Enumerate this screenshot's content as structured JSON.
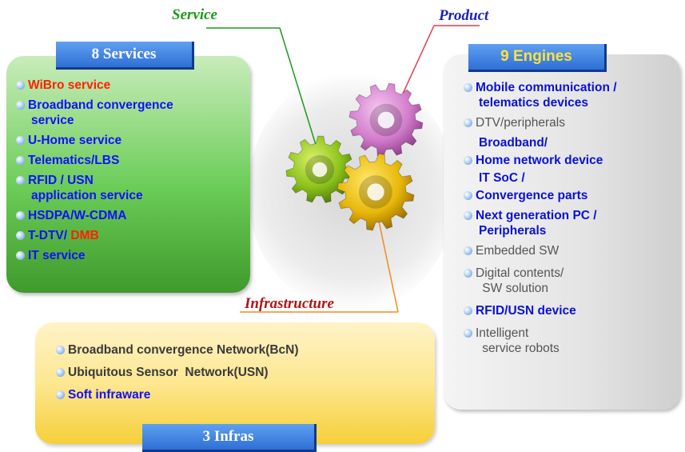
{
  "labels": {
    "service": "Service",
    "product": "Product",
    "infrastructure": "Infrastructure"
  },
  "services": {
    "title": "8 Services",
    "items": [
      {
        "lines": [
          "WiBro service"
        ],
        "color": "#ff2200"
      },
      {
        "lines": [
          "Broadband convergence",
          "service"
        ],
        "color": "#1010ff"
      },
      {
        "lines": [
          "U-Home service"
        ],
        "color": "#1010ff"
      },
      {
        "lines": [
          "Telematics/LBS"
        ],
        "color": "#1010ff"
      },
      {
        "lines": [
          "RFID / USN",
          "application service"
        ],
        "color": "#1010ff"
      },
      {
        "lines": [
          "HSDPA/W-CDMA"
        ],
        "color": "#1010ff"
      },
      {
        "lines": [
          "T-DTV/ ",
          "DMB"
        ],
        "color": "#1010ff"
      },
      {
        "lines": [
          "IT service"
        ],
        "color": "#1010ff"
      }
    ]
  },
  "engines": {
    "title": "9 Engines",
    "items": [
      {
        "lines": [
          "Mobile communication /",
          "telematics devices"
        ],
        "style": "blue"
      },
      {
        "lines": [
          "DTV/peripherals"
        ],
        "style": "dark"
      },
      {
        "lines": [
          "Broadband/"
        ],
        "style": "blue",
        "no_bullet": true
      },
      {
        "lines": [
          "Home network device"
        ],
        "style": "blue"
      },
      {
        "lines": [
          "IT SoC /"
        ],
        "style": "blue",
        "no_bullet": true
      },
      {
        "lines": [
          "Convergence parts"
        ],
        "style": "blue"
      },
      {
        "lines": [
          "Next generation PC /",
          "Peripherals"
        ],
        "style": "blue"
      },
      {
        "lines": [
          "Embedded SW"
        ],
        "style": "dark"
      },
      {
        "lines": [
          "Digital contents/",
          " SW solution"
        ],
        "style": "dark"
      },
      {
        "lines": [
          "RFID/USN device"
        ],
        "style": "blue"
      },
      {
        "lines": [
          "Intelligent",
          " service robots"
        ],
        "style": "dark"
      }
    ]
  },
  "infras": {
    "title": "3 Infras",
    "items": [
      {
        "text": "Broadband convergence Network(BcN)",
        "style": "dark"
      },
      {
        "text": "Ubiquitous Sensor  Network(USN)",
        "style": "dark"
      },
      {
        "text": "Soft infraware",
        "style": "blue"
      }
    ]
  },
  "colors": {
    "service_line": "#1a9a1a",
    "product_line": "#e23a4a",
    "infra_line": "#f08a20",
    "label_service": "#1a9a1a",
    "label_product": "#1a22b8",
    "label_infra": "#b01515"
  }
}
